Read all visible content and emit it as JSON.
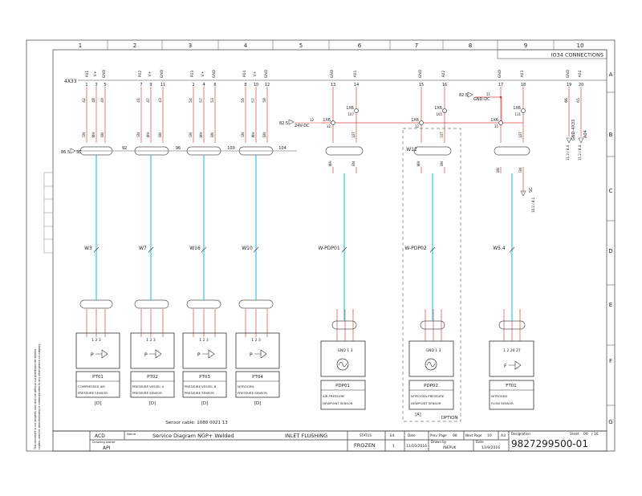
{
  "sheet": {
    "columns": [
      "1",
      "2",
      "3",
      "4",
      "5",
      "6",
      "7",
      "8",
      "9",
      "10"
    ],
    "rows": [
      "A",
      "B",
      "C",
      "D",
      "E",
      "F",
      "G"
    ],
    "header_right": "IO34 CONNECTIONS",
    "side_note_1": "This document is our property and shall not without our permission be altered,",
    "side_note_2": "copied, used for manufacturing or communicated to any other person or company."
  },
  "connector": {
    "name": "4X33",
    "pin_labels": [
      "P01",
      "V+",
      "GND",
      "P02",
      "V+",
      "GND",
      "P03",
      "V+",
      "GND",
      "P04",
      "V+",
      "GND",
      "GND",
      "A01",
      "GND",
      "A02",
      "GND",
      "A03",
      "GND",
      "A04"
    ],
    "pin_numbers": [
      "1",
      "3",
      "5",
      "7",
      "9",
      "11",
      "2",
      "4",
      "6",
      "8",
      "10",
      "12",
      "13",
      "14",
      "15",
      "16",
      "17",
      "18",
      "19",
      "20"
    ]
  },
  "cross_refs": {
    "sc_ref": "86.5",
    "sc_label": "SC",
    "v24_ref": "82.5",
    "v24_label": "24V-DC",
    "v24_num": "12",
    "gnd_ref": "82.5",
    "gnd_label": "GND-DC",
    "gnd_num": "11",
    "sc_down": "SC",
    "sc_down_ref": "16.2 / 8.1",
    "gnd_up": "GND-4X33",
    "gnd_up_ref": "11.2 / 8.4",
    "a04_up": "A04",
    "a04_up_ref": "11.2 / 8.4"
  },
  "wire_numbers": [
    "42",
    "48",
    "49",
    "41",
    "47",
    "43",
    "54",
    "57",
    "53",
    "55",
    "57",
    "58",
    "66",
    "65"
  ],
  "shield_numbers": [
    "92",
    "96",
    "100",
    "104"
  ],
  "terminals": {
    "t1": "1X6",
    "t1a": "107",
    "t2": "1X6",
    "t2a": "105",
    "t3": "1X6",
    "t3a": "111",
    "tx1": "1X6",
    "tx1a": "12",
    "tx2": "1X6",
    "tx2a": "12",
    "tx3": "1X6",
    "tx3a": "11"
  },
  "cores": {
    "gn": "GN",
    "wh": "WH",
    "bn": "BN",
    "n10t": "10T"
  },
  "cables": [
    "W3",
    "W7",
    "W16",
    "W10",
    "W-PDP01",
    "W-PDP02",
    "W5.4",
    "W12"
  ],
  "devices": [
    {
      "tag": "PT01",
      "desc1": "COMPRESSED AIR",
      "desc2": "PRESSURE SENSOR",
      "symbol": "P",
      "pins": "1 2 3",
      "ref": "[D]"
    },
    {
      "tag": "PT02",
      "desc1": "PRESSURE VESSEL A",
      "desc2": "PRESSURE SENSOR",
      "symbol": "P",
      "pins": "1 2 3",
      "ref": "[D]"
    },
    {
      "tag": "PT03",
      "desc1": "PRESSURE VESSEL B",
      "desc2": "PRESSURE SENSOR",
      "symbol": "P",
      "pins": "1 2 3",
      "ref": "[D]"
    },
    {
      "tag": "PT04",
      "desc1": "NITROGEN",
      "desc2": "PRESSURE SENSOR",
      "symbol": "P",
      "pins": "1 2 3",
      "ref": "[D]"
    },
    {
      "tag": "PDP01",
      "desc1": "AIR PRESSURE",
      "desc2": "DEWPOINT SENSOR",
      "symbol": "",
      "pins": "GND 1 3",
      "ref": ""
    },
    {
      "tag": "PDP02",
      "desc1": "NITROGEN PRESSURE",
      "desc2": "DEWPOINT SENSOR",
      "symbol": "",
      "pins": "GND 1 3",
      "ref": "[A]"
    },
    {
      "tag": "FT01",
      "desc1": "NITROGEN",
      "desc2": "FLOW SENSOR",
      "symbol": "F",
      "pins": "1 2 26 27",
      "ref": ""
    }
  ],
  "option_label": "OPTION",
  "sensor_cable_note": "Sensor cable: 1088 0021 13",
  "title_block": {
    "company": "ACD",
    "name_label": "Name",
    "name_value": "Service Diagram NGP+ Welded",
    "title": "INLET FLUSHING",
    "status_label": "STATUS",
    "status_value": "FROZEN",
    "ed_label": "Ed.",
    "ed_value": "1",
    "date_label": "Date",
    "date_value": "11/10/2016",
    "prev_label": "Prev. Page",
    "prev_value": "08",
    "next_label": "Next Page",
    "next_value": "10",
    "format": "A3",
    "designation_label": "Designation",
    "designation_value": "9827299500-01",
    "sheet_label": "Sheet",
    "sheet_value": "09",
    "sheet_total": "/ 16",
    "drawn_label": "Drawn by",
    "drawn_value": "INEPUK",
    "date2_label": "Date",
    "date2_value": "11/9/2016",
    "owner_label": "Drawing owner",
    "owner_value": "API"
  }
}
